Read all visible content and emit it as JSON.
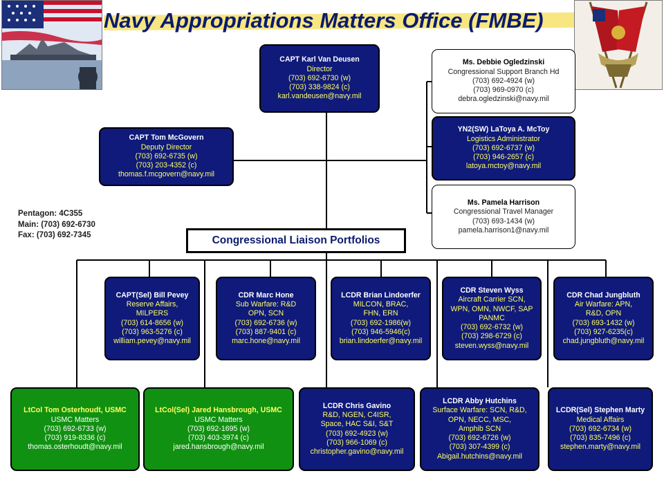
{
  "title": "Navy Appropriations Matters Office (FMBE)",
  "office_info": {
    "pentagon": "Pentagon:   4C355",
    "main": "Main:  (703)  692-6730",
    "fax": "Fax:   (703)  692-7345"
  },
  "portfolio_header": "Congressional Liaison Portfolios",
  "colors": {
    "navy_box": "#0f1a7a",
    "navy_text_accent": "#ffff66",
    "green_box": "#119111",
    "title_text": "#0a1b6e",
    "header_underline_yellow": "#f2d21a"
  },
  "decor": {
    "left_photo_icon": "navy-ship-flag-photo",
    "right_photo_icon": "usmc-flags-photo"
  },
  "director": {
    "name": "CAPT Karl Van Deusen",
    "lines": [
      "Director",
      "(703) 692-6730 (w)",
      "(703) 338-9824 (c)",
      "karl.vandeusen@navy.mil"
    ]
  },
  "deputy": {
    "name": "CAPT Tom McGovern",
    "lines": [
      "Deputy Director",
      "(703) 692-6735 (w)",
      "(703) 203-4352 (c)",
      "thomas.f.mcgovern@navy.mil"
    ]
  },
  "staff": [
    {
      "name": "Ms. Debbie Ogledzinski",
      "lines": [
        "Congressional Support Branch Hd",
        "(703) 692-4924 (w)",
        "(703) 969-0970 (c)",
        "debra.ogledzinski@navy.mil"
      ]
    },
    {
      "name": "YN2(SW) LaToya A. McToy",
      "lines": [
        "Logistics Administrator",
        "(703) 692-6737 (w)",
        "(703) 946-2657 (c)",
        "latoya.mctoy@navy.mil"
      ]
    },
    {
      "name": "Ms. Pamela Harrison",
      "lines": [
        "Congressional Travel Manager",
        "(703) 693-1434 (w)",
        "pamela.harrison1@navy.mil"
      ]
    }
  ],
  "upper_row": [
    {
      "name": "CAPT(Sel) Bill Pevey",
      "lines": [
        "Reserve Affairs,",
        "MILPERS",
        "(703) 614-8656 (w)",
        "(703) 963-5276 (c)",
        "william.pevey@navy.mil"
      ]
    },
    {
      "name": "CDR Marc Hone",
      "lines": [
        "Sub Warfare: R&D",
        "OPN, SCN",
        "(703) 692-6736 (w)",
        "(703) 887-9401 (c)",
        "marc.hone@navy.mil"
      ]
    },
    {
      "name": "LCDR Brian Lindoerfer",
      "lines": [
        "MILCON, BRAC,",
        "FHN, ERN",
        "(703) 692-1986(w)",
        "(703) 946-5946(c)",
        "brian.lindoerfer@navy.mil"
      ]
    },
    {
      "name": "CDR Steven Wyss",
      "lines": [
        "Aircraft Carrier SCN,",
        "WPN, OMN, NWCF, SAP",
        "PANMC",
        "(703) 692-6732 (w)",
        "(703) 298-6729 (c)",
        "steven.wyss@navy.mil"
      ]
    },
    {
      "name": "CDR Chad Jungbluth",
      "lines": [
        "Air Warfare: APN,",
        "R&D, OPN",
        "(703) 693-1432 (w)",
        "(703) 927-6235(c)",
        "chad.jungbluth@navy.mil"
      ]
    }
  ],
  "lower_row": [
    {
      "name": "LtCol Tom Osterhoudt, USMC",
      "lines": [
        "USMC Matters",
        "(703) 692-6733 (w)",
        "(703) 919-8336 (c)",
        "thomas.osterhoudt@navy.mil"
      ]
    },
    {
      "name": "LtCol(Sel) Jared Hansbrough, USMC",
      "lines": [
        "USMC Matters",
        "(703) 692-1695 (w)",
        "(703) 403-3974 (c)",
        "jared.hansbrough@navy.mil"
      ]
    },
    {
      "name": "LCDR Chris Gavino",
      "lines": [
        "R&D, NGEN, C4ISR,",
        "Space, HAC S&I, S&T",
        "(703) 692-4923 (w)",
        "(703) 966-1069 (c)",
        "christopher.gavino@navy.mil"
      ]
    },
    {
      "name": "LCDR Abby Hutchins",
      "lines": [
        "Surface Warfare: SCN, R&D,",
        "OPN, NECC, MSC,",
        "Amphib SCN",
        "(703) 692-6726 (w)",
        "(703) 307-4399 (c)",
        "Abigail.hutchins@navy.mil"
      ]
    },
    {
      "name": "LCDR(Sel) Stephen Marty",
      "lines": [
        "Medical Affairs",
        "(703) 692-6734 (w)",
        "(703) 835-7496 (c)",
        "stephen.marty@navy.mil"
      ]
    }
  ]
}
